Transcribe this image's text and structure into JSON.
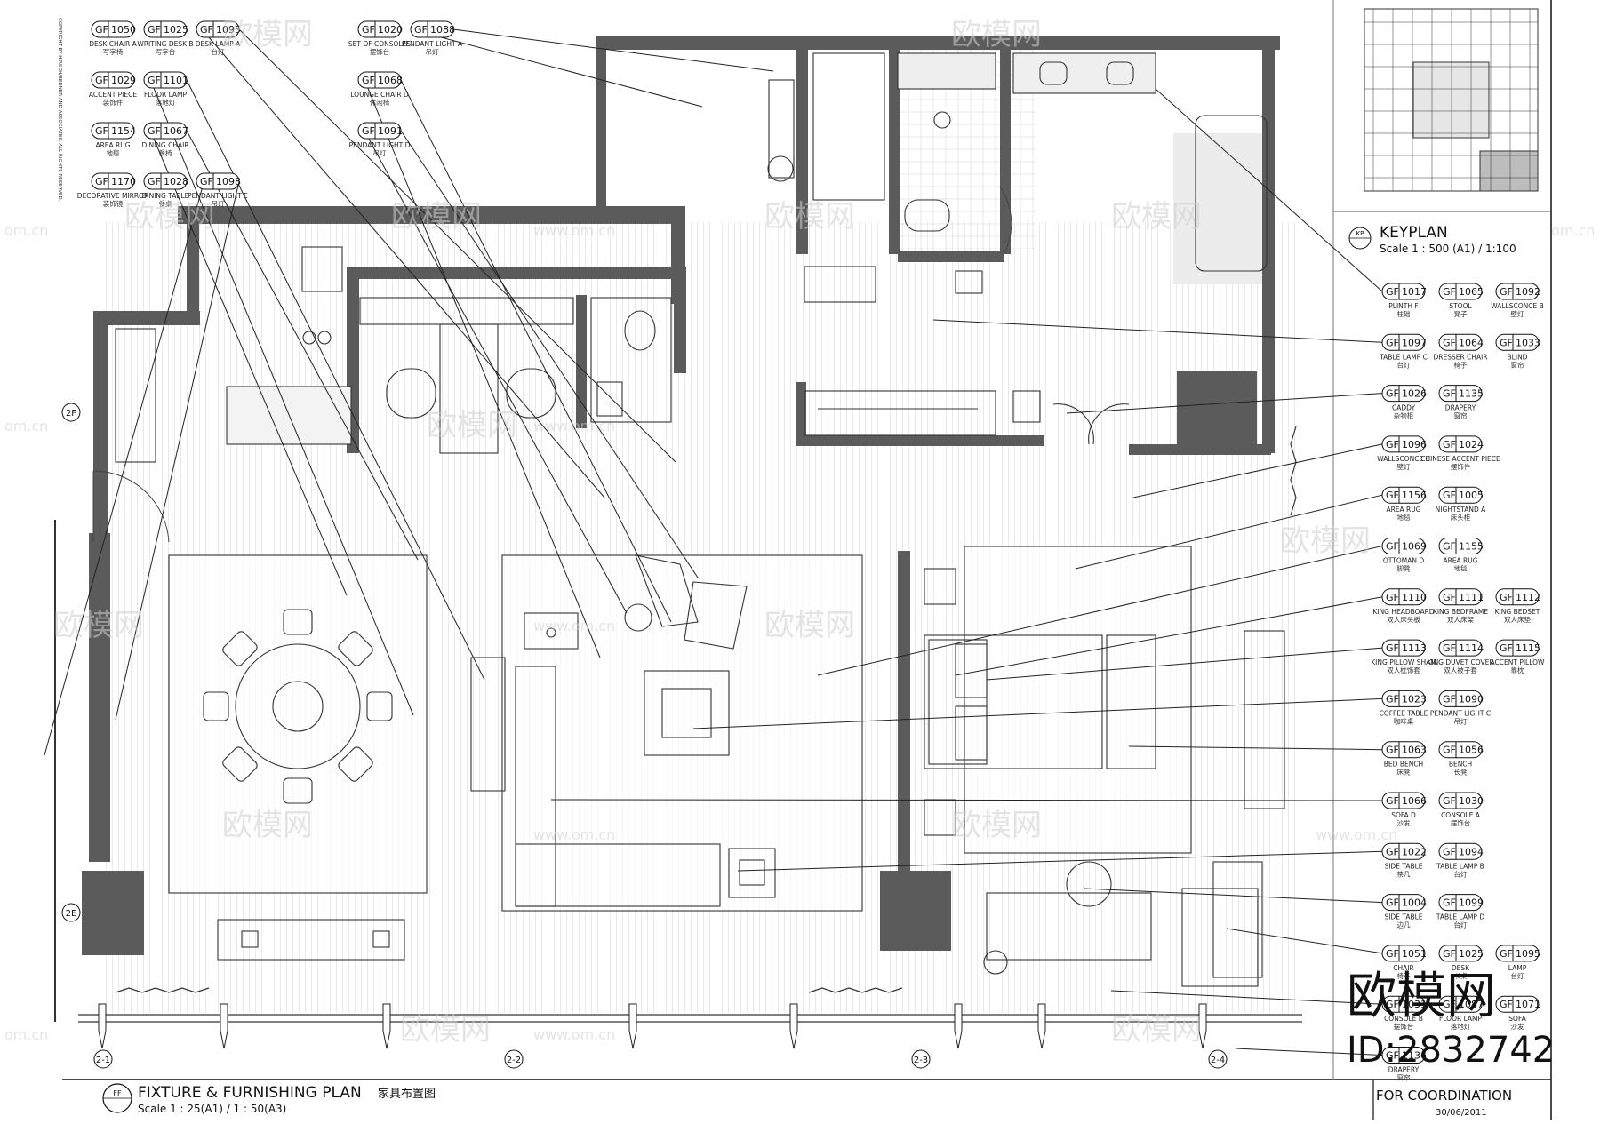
{
  "copyright_note": "COPYRIGHT BY HIRSCH/BEDNER AND ASSOCIATES. ALL RIGHTS RESERVED.",
  "title": {
    "symbol": "FF",
    "main": "FIXTURE & FURNISHING PLAN",
    "main_cn": "家具布置图",
    "scale": "Scale 1 : 25(A1) / 1 : 50(A3)"
  },
  "keyplan": {
    "symbol": "KP",
    "title": "KEYPLAN",
    "scale": "Scale 1 : 500 (A1) / 1:100"
  },
  "coordination": {
    "label": "FOR COORDINATION",
    "date": "30/06/2011"
  },
  "grid_labels": [
    "2F",
    "2E",
    "2-1",
    "2-2",
    "2-3",
    "2-4"
  ],
  "watermark": {
    "brand": "欧模网",
    "site": "www.om.cn",
    "corner": "om.cn"
  },
  "branding": {
    "logo": "欧模网",
    "id": "ID:2832742"
  },
  "tags_left": [
    [
      {
        "code": "GF",
        "num": "1050",
        "en": "DESK CHAIR A",
        "cn": "写字椅"
      },
      {
        "code": "GF",
        "num": "1025",
        "en": "WRITING DESK B",
        "cn": "写字台"
      },
      {
        "code": "GF",
        "num": "1095",
        "en": "DESK LAMP A",
        "cn": "台灯"
      }
    ],
    [
      {
        "code": "GF",
        "num": "1029",
        "en": "ACCENT PIECE",
        "cn": "装饰件"
      },
      {
        "code": "GF",
        "num": "1101",
        "en": "FLOOR LAMP",
        "cn": "落地灯"
      }
    ],
    [
      {
        "code": "GF",
        "num": "1154",
        "en": "AREA RUG",
        "cn": "地毯"
      },
      {
        "code": "GF",
        "num": "1067",
        "en": "DINING CHAIR",
        "cn": "餐椅"
      }
    ],
    [
      {
        "code": "GF",
        "num": "1170",
        "en": "DECORATIVE MIRROR",
        "cn": "装饰镜"
      },
      {
        "code": "GF",
        "num": "1028",
        "en": "DINING TABLE",
        "cn": "餐桌"
      },
      {
        "code": "GF",
        "num": "1098",
        "en": "PENDANT LIGHT E",
        "cn": "吊灯"
      }
    ]
  ],
  "tags_center": [
    [
      {
        "code": "GF",
        "num": "1020",
        "en": "SET OF CONSOLES",
        "cn": "摆饰台"
      },
      {
        "code": "GF",
        "num": "1088",
        "en": "PENDANT LIGHT A",
        "cn": "吊灯"
      }
    ],
    [
      {
        "code": "GF",
        "num": "1068",
        "en": "LOUNGE CHAIR D",
        "cn": "休闲椅"
      }
    ],
    [
      {
        "code": "GF",
        "num": "1091",
        "en": "PENDANT LIGHT D",
        "cn": "吊灯"
      }
    ]
  ],
  "tags_right": [
    [
      {
        "code": "GF",
        "num": "1017",
        "en": "PLINTH F",
        "cn": "柱础"
      },
      {
        "code": "GF",
        "num": "1065",
        "en": "STOOL",
        "cn": "凳子"
      },
      {
        "code": "GF",
        "num": "1092",
        "en": "WALLSCONCE B",
        "cn": "壁灯"
      }
    ],
    [
      {
        "code": "GF",
        "num": "1097",
        "en": "TABLE LAMP C",
        "cn": "台灯"
      },
      {
        "code": "GF",
        "num": "1064",
        "en": "DRESSER CHAIR",
        "cn": "椅子"
      },
      {
        "code": "GF",
        "num": "1033",
        "en": "BLIND",
        "cn": "窗帘"
      }
    ],
    [
      {
        "code": "GF",
        "num": "1026",
        "en": "CADDY",
        "cn": "杂物柜"
      },
      {
        "code": "GF",
        "num": "1135",
        "en": "DRAPERY",
        "cn": "窗帘"
      }
    ],
    [
      {
        "code": "GF",
        "num": "1096",
        "en": "WALLSCONCE C",
        "cn": "壁灯"
      },
      {
        "code": "GF",
        "num": "1024",
        "en": "CHINESE ACCENT PIECE",
        "cn": "摆饰件"
      }
    ],
    [
      {
        "code": "GF",
        "num": "1156",
        "en": "AREA RUG",
        "cn": "地毯"
      },
      {
        "code": "GF",
        "num": "1005",
        "en": "NIGHTSTAND A",
        "cn": "床头柜"
      }
    ],
    [
      {
        "code": "GF",
        "num": "1069",
        "en": "OTTOMAN D",
        "cn": "脚凳"
      },
      {
        "code": "GF",
        "num": "1155",
        "en": "AREA RUG",
        "cn": "地毯"
      }
    ],
    [
      {
        "code": "GF",
        "num": "1110",
        "en": "KING HEADBOARD",
        "cn": "双人床头板"
      },
      {
        "code": "GF",
        "num": "1111",
        "en": "KING BEDFRAME",
        "cn": "双人床架"
      },
      {
        "code": "GF",
        "num": "1112",
        "en": "KING BEDSET",
        "cn": "双人床垫"
      }
    ],
    [
      {
        "code": "GF",
        "num": "1113",
        "en": "KING PILLOW SHAM",
        "cn": "双人枕饰套"
      },
      {
        "code": "GF",
        "num": "1114",
        "en": "KING DUVET COVER",
        "cn": "双人被子套"
      },
      {
        "code": "GF",
        "num": "1115",
        "en": "ACCENT PILLOW",
        "cn": "靠枕"
      }
    ],
    [
      {
        "code": "GF",
        "num": "1023",
        "en": "COFFEE TABLE",
        "cn": "咖啡桌"
      },
      {
        "code": "GF",
        "num": "1090",
        "en": "PENDANT LIGHT C",
        "cn": "吊灯"
      }
    ],
    [
      {
        "code": "GF",
        "num": "1063",
        "en": "BED BENCH",
        "cn": "床凳"
      },
      {
        "code": "GF",
        "num": "1056",
        "en": "BENCH",
        "cn": "长凳"
      }
    ],
    [
      {
        "code": "GF",
        "num": "1066",
        "en": "SOFA D",
        "cn": "沙发"
      },
      {
        "code": "GF",
        "num": "1030",
        "en": "CONSOLE A",
        "cn": "摆饰台"
      }
    ],
    [
      {
        "code": "GF",
        "num": "1022",
        "en": "SIDE TABLE",
        "cn": "茶几"
      },
      {
        "code": "GF",
        "num": "1094",
        "en": "TABLE LAMP B",
        "cn": "台灯"
      }
    ],
    [
      {
        "code": "GF",
        "num": "1004",
        "en": "SIDE TABLE",
        "cn": "边几"
      },
      {
        "code": "GF",
        "num": "1099",
        "en": "TABLE LAMP D",
        "cn": "台灯"
      }
    ],
    [
      {
        "code": "GF",
        "num": "1051",
        "en": "CHAIR",
        "cn": "椅子"
      },
      {
        "code": "GF",
        "num": "1025",
        "en": "DESK",
        "cn": "书桌"
      },
      {
        "code": "GF",
        "num": "1095",
        "en": "LAMP",
        "cn": "台灯"
      }
    ],
    [
      {
        "code": "GF",
        "num": "1031",
        "en": "CONSOLE B",
        "cn": "摆饰台"
      },
      {
        "code": "GF",
        "num": "1087",
        "en": "FLOOR LAMP",
        "cn": "落地灯"
      },
      {
        "code": "GF",
        "num": "1071",
        "en": "SOFA",
        "cn": "沙发"
      }
    ],
    [
      {
        "code": "GF",
        "num": "1136",
        "en": "DRAPERY",
        "cn": "窗帘"
      }
    ]
  ]
}
